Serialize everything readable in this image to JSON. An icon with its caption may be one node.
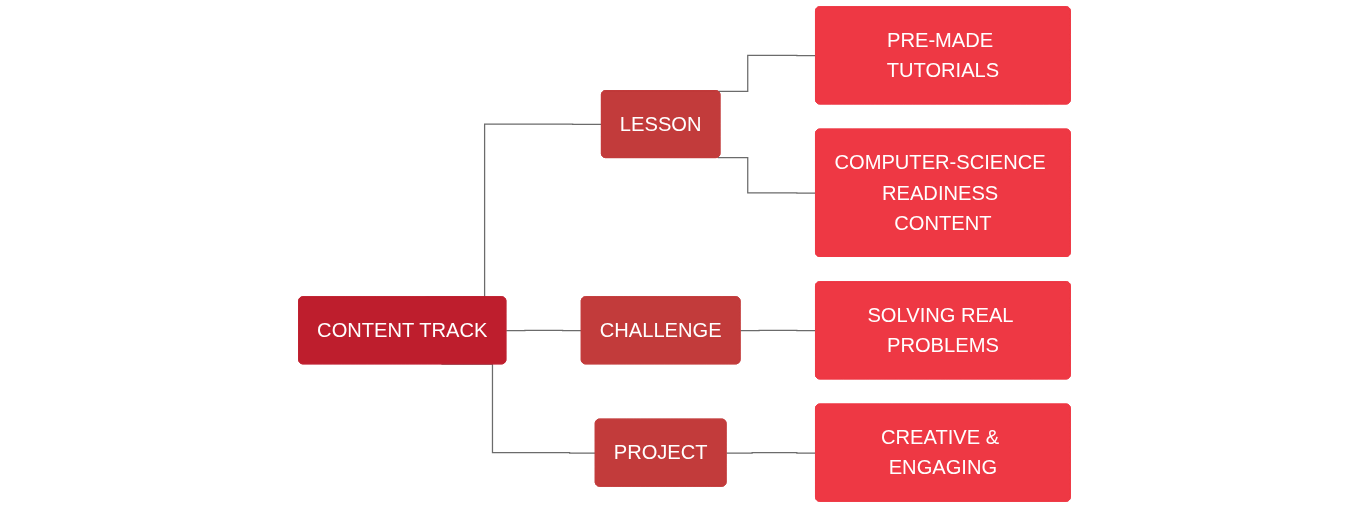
{
  "diagram": {
    "nodes": [
      {
        "text": [
          "CONTENT TRACK"
        ]
      },
      {
        "text": [
          "LESSON"
        ]
      },
      {
        "text": [
          "CHALLENGE"
        ]
      },
      {
        "text": [
          "PROJECT"
        ]
      },
      {
        "text": [
          "PRE-MADE TUTORIALS"
        ]
      },
      {
        "text": [
          "COMPUTER-SCIENCE READINESS CONTENT"
        ]
      },
      {
        "text": [
          "SOLVING REAL PROBLEMS"
        ]
      },
      {
        "text": [
          "CREATIVE & ENGAGING"
        ]
      }
    ],
    "edges": [
      {
        "from": 0,
        "to": 1,
        "arrow": "none"
      },
      {
        "from": 0,
        "to": 2,
        "arrow": "none"
      },
      {
        "from": 0,
        "to": 3,
        "arrow": "none"
      },
      {
        "from": 1,
        "to": 4,
        "arrow": "none"
      },
      {
        "from": 1,
        "to": 5,
        "arrow": "none"
      },
      {
        "from": 2,
        "to": 6,
        "arrow": "none"
      },
      {
        "from": 3,
        "to": 7,
        "arrow": "none"
      }
    ]
  }
}
